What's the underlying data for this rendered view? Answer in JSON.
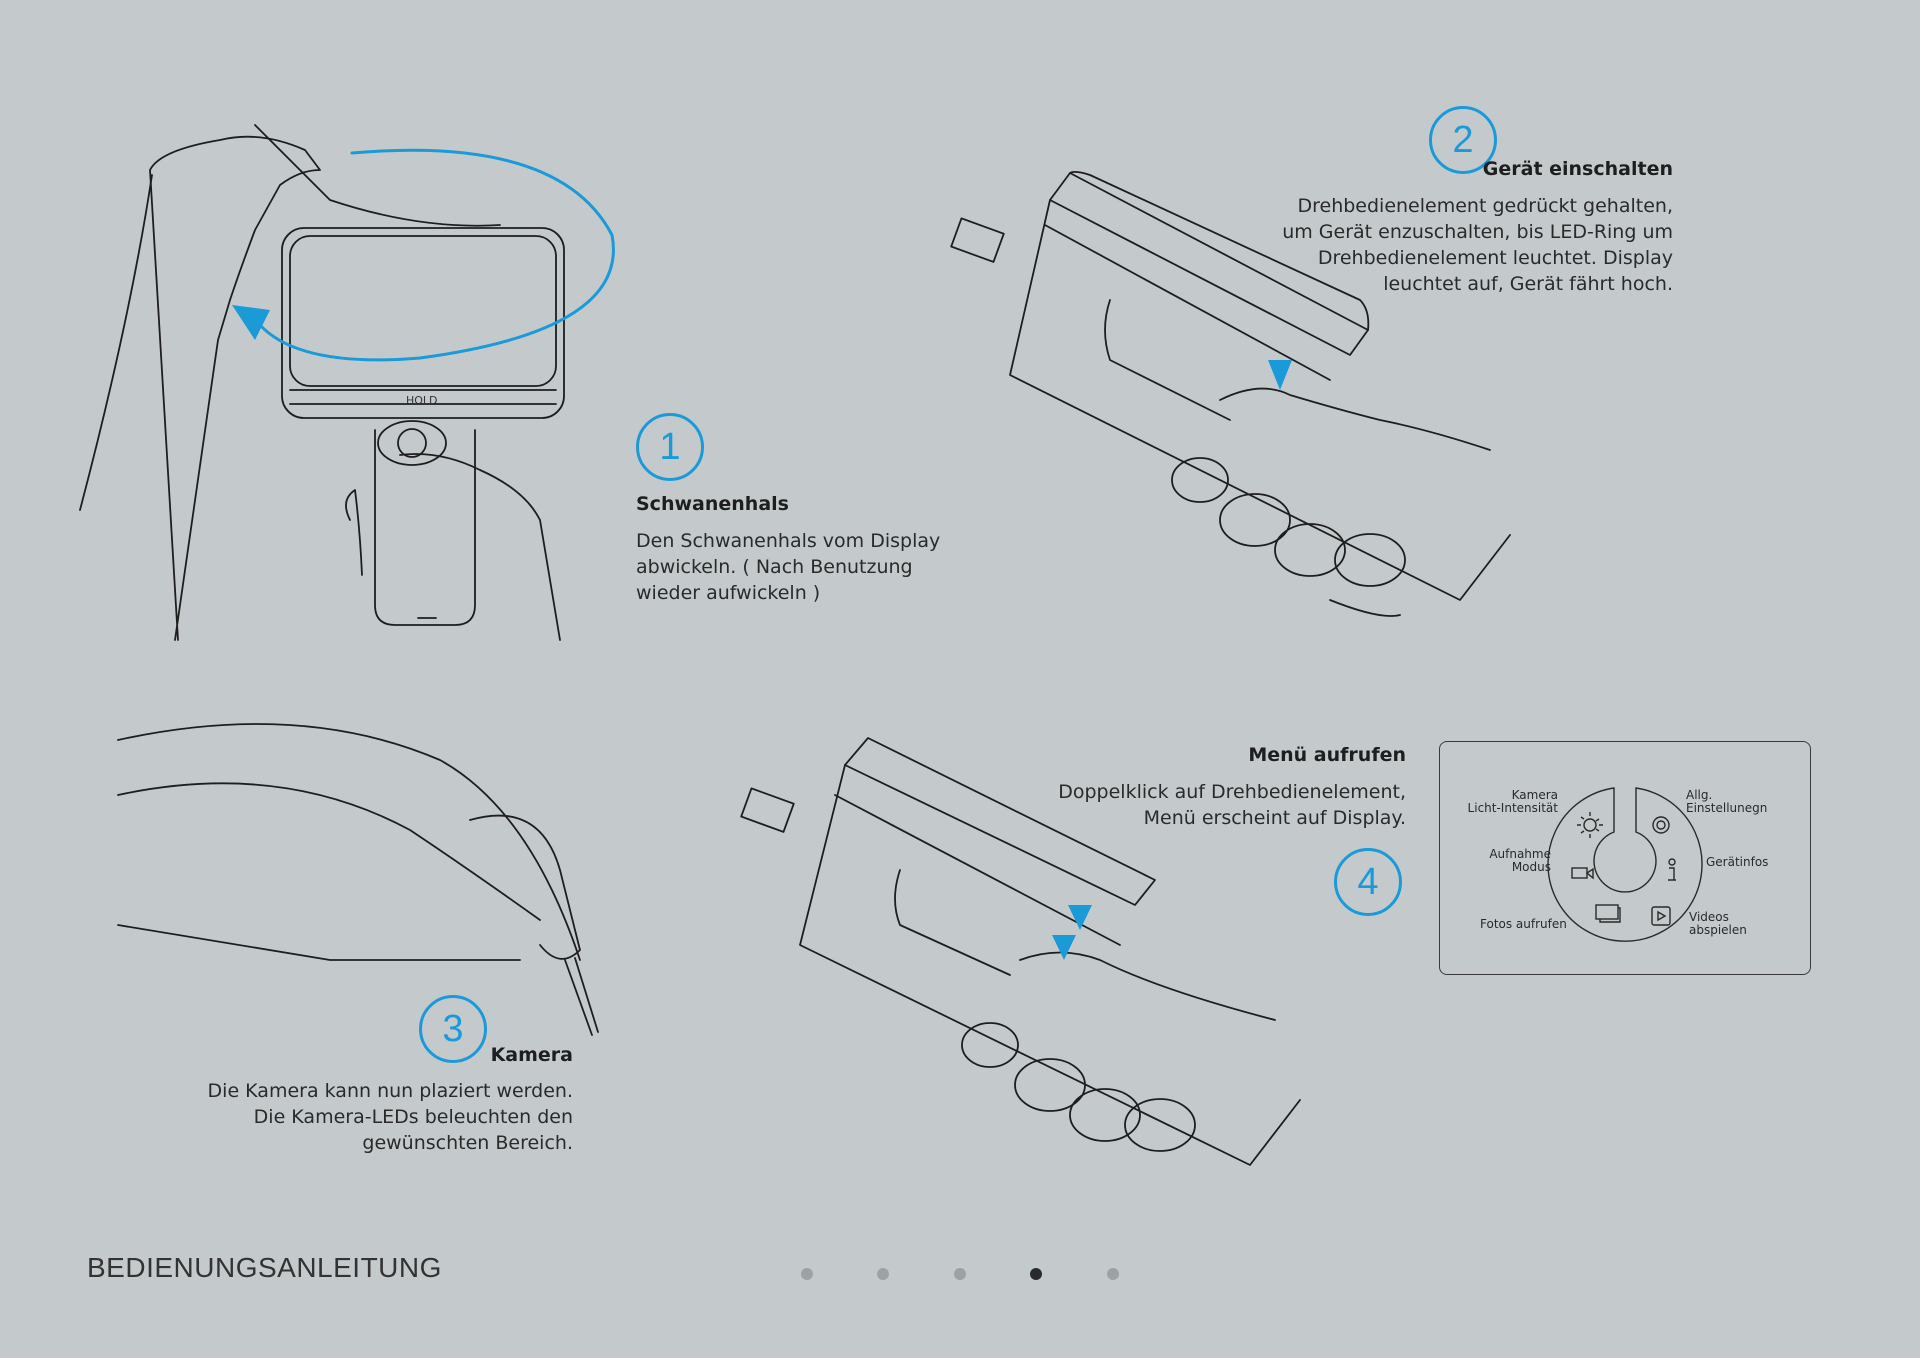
{
  "steps": [
    {
      "number": "1",
      "title": "Schwanenhals",
      "lines": [
        "Den Schwanenhals vom Display",
        "abwickeln. ( Nach Benutzung",
        "wieder aufwickeln )"
      ]
    },
    {
      "number": "2",
      "title": "Gerät einschalten",
      "lines": [
        "Drehbedienelement gedrückt gehalten,",
        "um Gerät enzuschalten, bis LED-Ring um",
        "Drehbedienelement leuchtet. Display",
        "leuchtet auf, Gerät fährt hoch."
      ]
    },
    {
      "number": "3",
      "title": "Kamera",
      "lines": [
        "Die Kamera kann nun plaziert werden.",
        "Die Kamera-LEDs beleuchten den",
        "gewünschten Bereich."
      ]
    },
    {
      "number": "4",
      "title": "Menü aufrufen",
      "lines": [
        "Doppelklick auf Drehbedienelement,",
        "Menü erscheint auf Display."
      ]
    }
  ],
  "device_label": "HOLD",
  "menu": {
    "items": [
      {
        "label_1": "Kamera",
        "label_2": "Licht-Intensität",
        "icon": "sun-icon"
      },
      {
        "label_1": "Aufnahme",
        "label_2": "Modus",
        "icon": "video-camera-icon"
      },
      {
        "label_1": "Fotos aufrufen",
        "icon": "photos-icon"
      },
      {
        "label_1": "Allg.",
        "label_2": "Einstellunegn",
        "icon": "gear-icon"
      },
      {
        "label_1": "Gerätinfos",
        "icon": "info-icon"
      },
      {
        "label_1": "Videos",
        "label_2": "abspielen",
        "icon": "play-icon"
      }
    ]
  },
  "footer": {
    "title": "BEDIENUNGSANLEITUNG"
  },
  "pagination": {
    "total": 5,
    "current": 4
  },
  "colors": {
    "accent": "#1b9ad8",
    "background": "#c4cacc",
    "line": "#1e1e1e"
  }
}
